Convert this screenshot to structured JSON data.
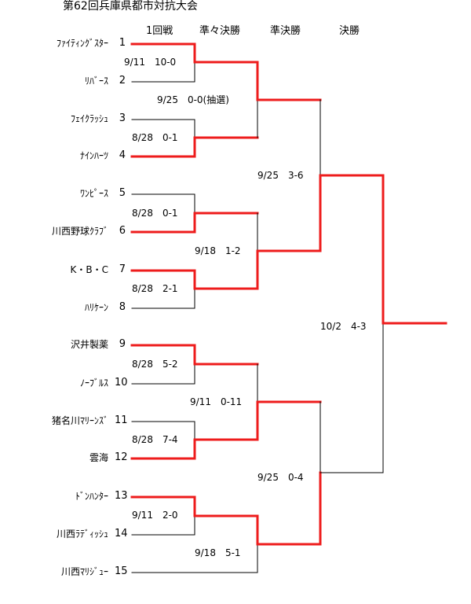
{
  "title": "第62回兵庫県都市対抗大会",
  "rounds": [
    "1回戦",
    "準々決勝",
    "準決勝",
    "決勝"
  ],
  "colors": {
    "winner_line": "#ee1c1c",
    "normal_line": "#000000"
  },
  "teams": [
    {
      "seed": "1",
      "name": "ﾌｧｲﾃｨﾝｸﾞｽﾀｰ"
    },
    {
      "seed": "2",
      "name": "ﾘﾊﾞｰｽ"
    },
    {
      "seed": "3",
      "name": "ﾌｪｲｸﾗｯｼｭ"
    },
    {
      "seed": "4",
      "name": "ﾅｲﾝﾊｰﾂ"
    },
    {
      "seed": "5",
      "name": "ﾜﾝﾋﾟｰｽ"
    },
    {
      "seed": "6",
      "name": "川西野球ｸﾗﾌﾞ"
    },
    {
      "seed": "7",
      "name": "K・B・C"
    },
    {
      "seed": "8",
      "name": "ﾊﾘｹｰﾝ"
    },
    {
      "seed": "9",
      "name": "沢井製薬"
    },
    {
      "seed": "10",
      "name": "ﾉｰﾌﾞﾙｽ"
    },
    {
      "seed": "11",
      "name": "猪名川ﾏﾘｰﾝｽﾞ"
    },
    {
      "seed": "12",
      "name": "雲海"
    },
    {
      "seed": "13",
      "name": "ﾄﾞﾝﾊﾝﾀｰ"
    },
    {
      "seed": "14",
      "name": "川西ﾗﾃﾞｨｯｼｭ"
    },
    {
      "seed": "15",
      "name": "川西ﾏﾘｼﾞｭｰ"
    }
  ],
  "matches": [
    {
      "id": "r1-1",
      "score": "9/11　10-0"
    },
    {
      "id": "r1-2",
      "score": "8/28　0-1"
    },
    {
      "id": "r1-3",
      "score": "8/28　0-1"
    },
    {
      "id": "r1-4",
      "score": "8/28　2-1"
    },
    {
      "id": "r1-5",
      "score": "8/28　5-2"
    },
    {
      "id": "r1-6",
      "score": "8/28　7-4"
    },
    {
      "id": "r1-7",
      "score": "9/11　2-0"
    },
    {
      "id": "qf-1",
      "score": "9/25　0-0(抽選)"
    },
    {
      "id": "qf-2",
      "score": "9/18　1-2"
    },
    {
      "id": "qf-3",
      "score": "9/11　0-11"
    },
    {
      "id": "qf-4",
      "score": "9/18　5-1"
    },
    {
      "id": "sf-1",
      "score": "9/25　3-6"
    },
    {
      "id": "sf-2",
      "score": "9/25　0-4"
    },
    {
      "id": "final",
      "score": "10/2　4-3"
    }
  ]
}
